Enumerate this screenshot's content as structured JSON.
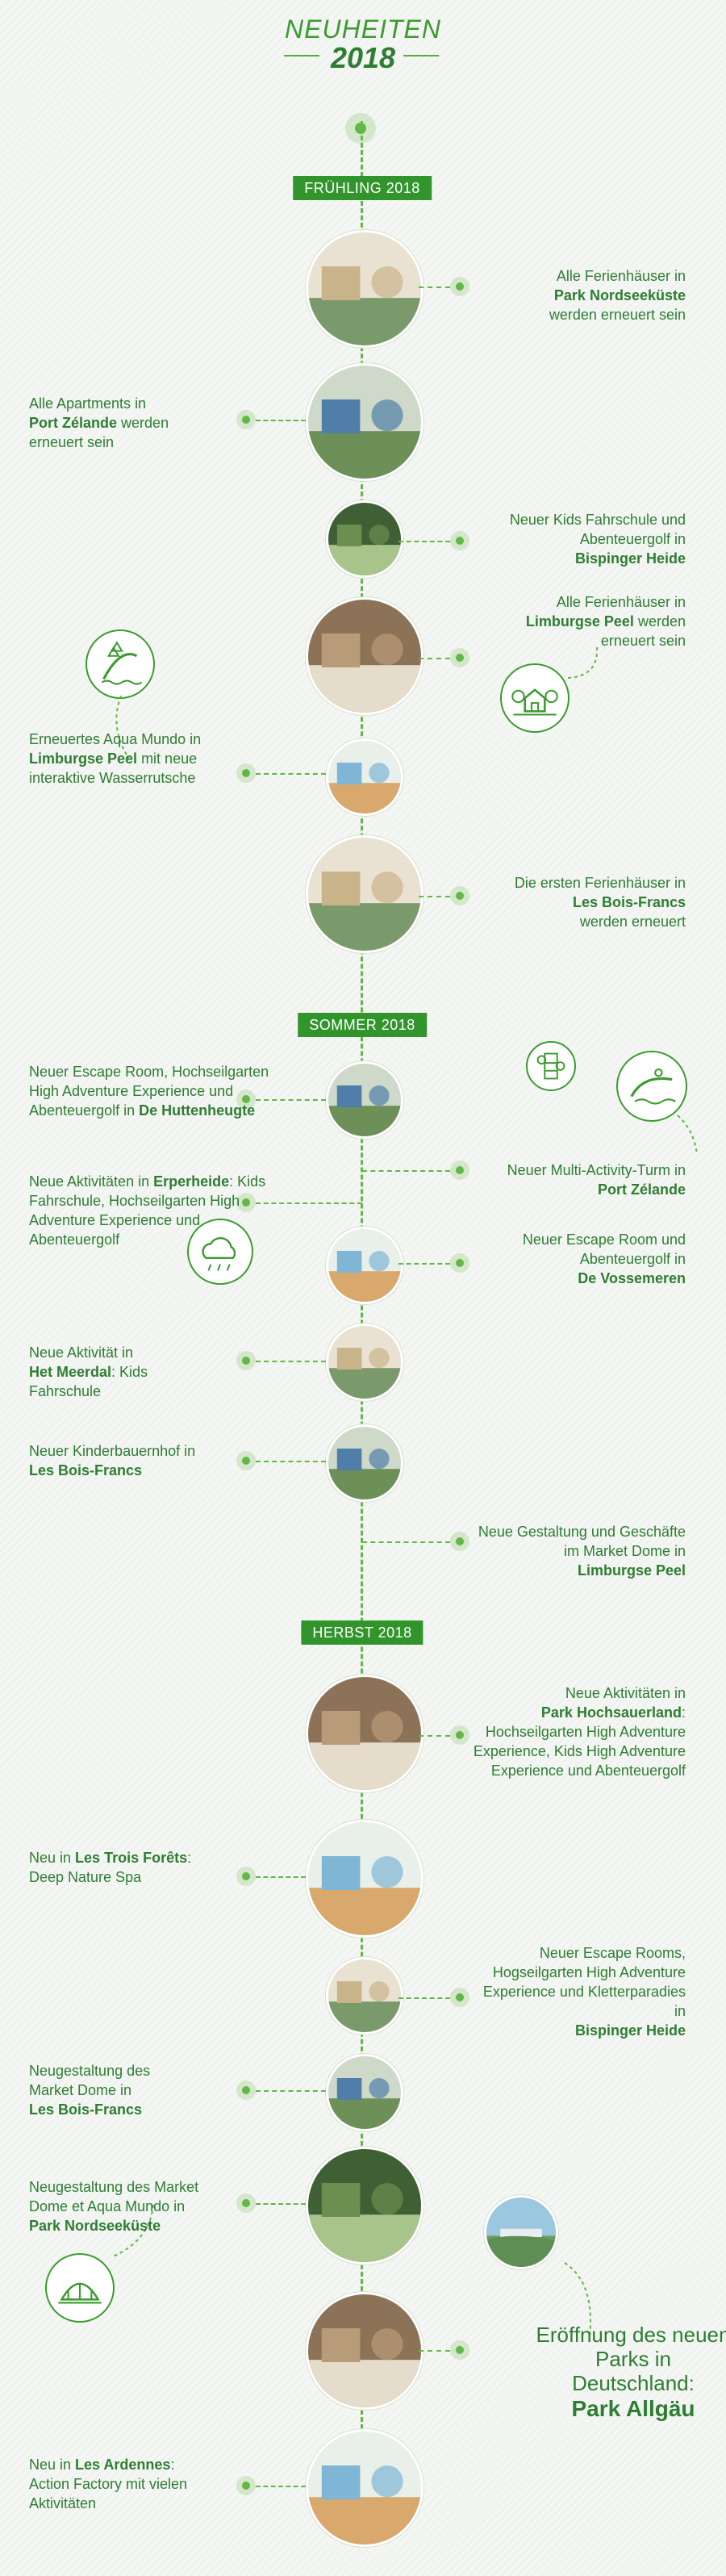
{
  "header": {
    "line1": "NEUHEITEN",
    "line2": "2018"
  },
  "seasons": {
    "spring": "FRÜHLING 2018",
    "summer": "SOMMER 2018",
    "autumn": "HERBST 2018"
  },
  "colors": {
    "brand_green": "#31952b",
    "text_green": "#2e7d32",
    "accent_light": "#63b746",
    "background": "#f4f6f3"
  },
  "items": [
    {
      "pre": "Alle Ferienhäuser in",
      "loc": "Park Nordseeküste",
      "post": "werden erneuert sein"
    },
    {
      "pre": "Alle Apartments in",
      "loc": "Port Zélande",
      "post": "werden erneuert sein"
    },
    {
      "pre": "Neuer Kids Fahrschule und Abenteuergolf in",
      "loc": "Bispinger Heide",
      "post": ""
    },
    {
      "pre": "Alle Ferienhäuser in",
      "loc": "Limburgse Peel",
      "post": "werden erneuert sein"
    },
    {
      "pre": "Erneuertes Aqua Mundo in",
      "loc": "Limburgse Peel",
      "post": "mit neue interaktive Wasserrutsche"
    },
    {
      "pre": "Die ersten Ferienhäuser in",
      "loc": "Les Bois-Francs",
      "post": "werden erneuert"
    },
    {
      "pre": "Neuer Escape Room, Hochseilgarten High Adventure Experience und Abenteuergolf in",
      "loc": "De Huttenheugte",
      "post": ""
    },
    {
      "pre": "Neuer Multi-Activity-Turm in",
      "loc": "Port Zélande",
      "post": ""
    },
    {
      "pre": "Neue Aktivitäten in",
      "loc": "Erperheide",
      "post": ": Kids Fahrschule, Hochseilgarten High Adventure Experience und Abenteuergolf"
    },
    {
      "pre": "Neuer Escape Room und Abenteuergolf in",
      "loc": "De Vossemeren",
      "post": ""
    },
    {
      "pre": "Neue Aktivität in",
      "loc": "Het Meerdal",
      "post": ": Kids Fahrschule"
    },
    {
      "pre": "Neuer Kinderbauernhof in",
      "loc": "Les Bois-Francs",
      "post": ""
    },
    {
      "pre": "Neue Gestaltung und Geschäfte im Market Dome in",
      "loc": "Limburgse Peel",
      "post": ""
    },
    {
      "pre": "Neue Aktivitäten in",
      "loc": "Park Hochsauerland",
      "post": ": Hochseilgarten High Adventure Experience, Kids High Adventure Experience und Abenteuergolf"
    },
    {
      "pre": "Neu in",
      "loc": "Les Trois Forêts",
      "post": ": Deep Nature Spa"
    },
    {
      "pre": "Neuer Escape Rooms, Hogseilgarten High Adventure Experience und Kletterparadies in",
      "loc": "Bispinger Heide",
      "post": ""
    },
    {
      "pre": "Neugestaltung des Market Dome in",
      "loc": "Les Bois-Francs",
      "post": ""
    },
    {
      "pre": "Neugestaltung des Market Dome et Aqua Mundo in",
      "loc": "Park Nordseeküste",
      "post": ""
    },
    {
      "pre": "Neu in",
      "loc": "Les Ardennes",
      "post": ": Action Factory mit vielen Aktivitäten"
    }
  ],
  "final": {
    "text": "Eröffnung des neuen Parks in Deutschland:",
    "loc": "Park Allgäu"
  },
  "icons": [
    "aqua-slide-badge-icon",
    "forest-house-badge-icon",
    "tower-badge-icon",
    "waterslide-badge-icon",
    "cloud-sun-badge-icon",
    "market-dome-badge-icon"
  ]
}
